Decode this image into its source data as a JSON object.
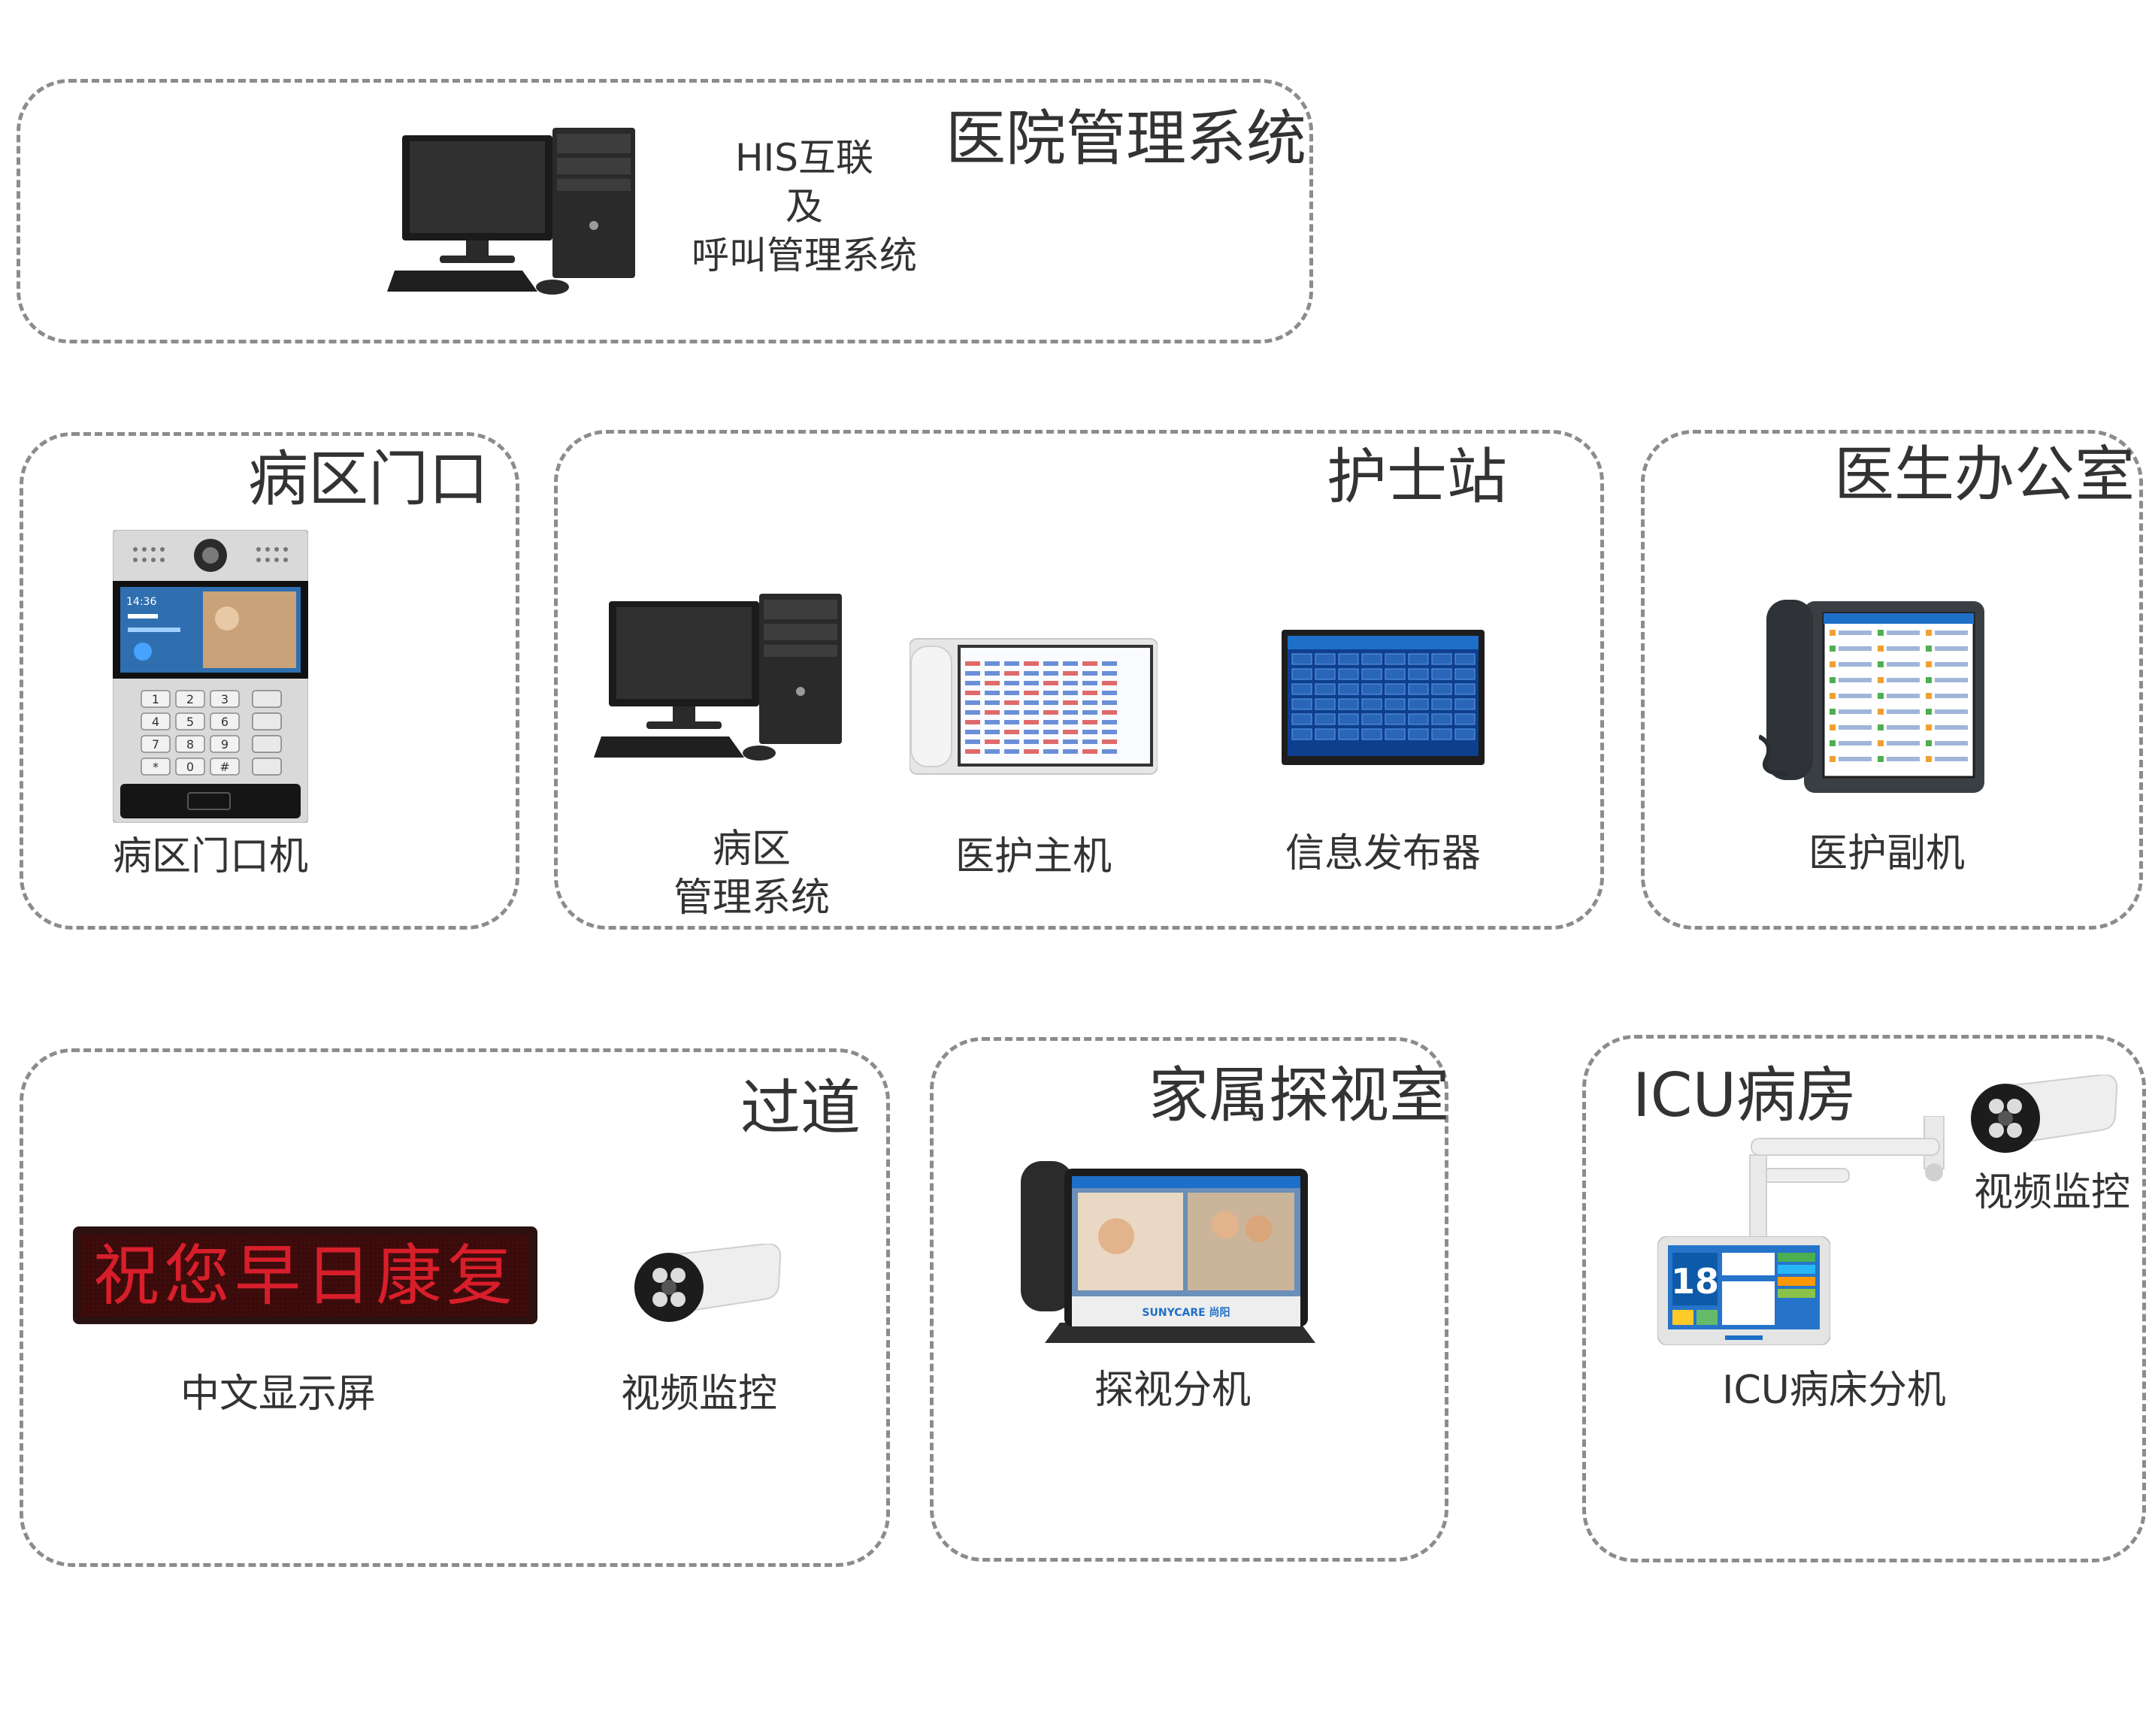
{
  "zones": {
    "hospital": {
      "title": "医院管理系统",
      "label_line1": "HIS互联",
      "label_line2": "及",
      "label_line3": "呼叫管理系统"
    },
    "ward_entrance": {
      "title": "病区门口",
      "device_label": "病区门口机",
      "screen_time": "14:36"
    },
    "nurse_station": {
      "title": "护士站",
      "devices": [
        {
          "label_line1": "病区",
          "label_line2": "管理系统"
        },
        {
          "label": "医护主机"
        },
        {
          "label": "信息发布器"
        }
      ]
    },
    "doctor_office": {
      "title": "医生办公室",
      "device_label": "医护副机"
    },
    "corridor": {
      "title": "过道",
      "display_label": "中文显示屏",
      "camera_label": "视频监控",
      "led_text": "祝您早日康复"
    },
    "family_room": {
      "title": "家属探视室",
      "device_label": "探视分机",
      "brand": "SUNYCARE 尚阳"
    },
    "icu": {
      "title": "ICU病房",
      "camera_label": "视频监控",
      "device_label": "ICU病床分机",
      "bed_number": "18"
    }
  },
  "keypad_keys": [
    "1",
    "2",
    "3",
    "4",
    "5",
    "6",
    "7",
    "8",
    "9",
    "*",
    "0",
    "#"
  ],
  "colors": {
    "border": "#8c8c8c",
    "text": "#333333",
    "led_red": "#e0202a",
    "screen_blue": "#1e6fc8"
  },
  "icons": [
    "desktop-computer-icon",
    "door-intercom-icon",
    "nurse-host-icon",
    "info-display-icon",
    "desk-phone-icon",
    "led-display-icon",
    "bullet-camera-icon",
    "visit-terminal-icon",
    "icu-terminal-icon"
  ]
}
